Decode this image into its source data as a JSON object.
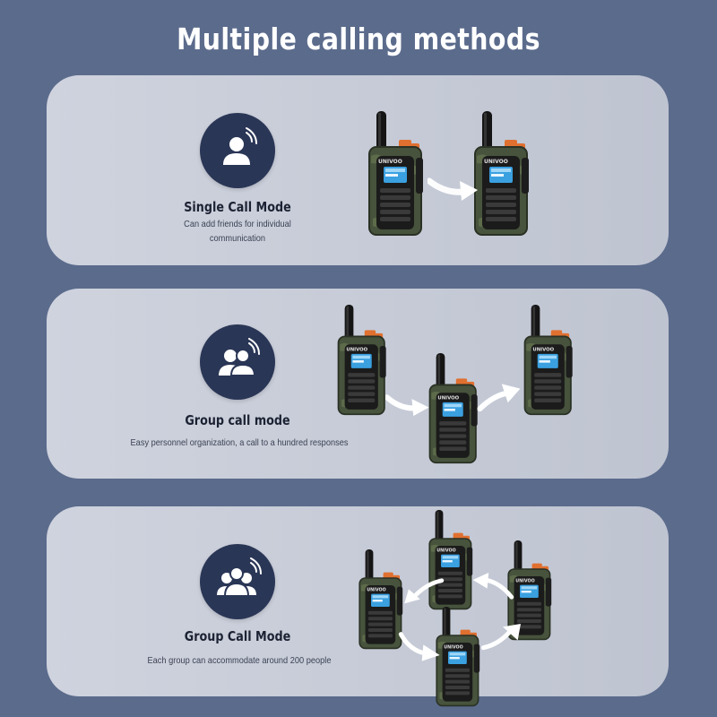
{
  "page": {
    "title": "Multiple calling methods"
  },
  "brand": "UNIVOO",
  "modes": [
    {
      "title": "Single Call Mode",
      "description": "Can add friends for individual communication",
      "icon": "single-person-signal-icon"
    },
    {
      "title": "Group call mode",
      "description": "Easy personnel organization, a call to a hundred responses",
      "icon": "two-people-signal-icon"
    },
    {
      "title": "Group Call Mode",
      "description": "Each group can accommodate around 200 people",
      "icon": "three-people-signal-icon"
    }
  ],
  "colors": {
    "background": "#5b6b8c",
    "card": "#c9cdd8",
    "badge": "#2a3656",
    "radio_body": "#3f4a36",
    "radio_screen": "#3aa0e0",
    "knob": "#e07030"
  }
}
